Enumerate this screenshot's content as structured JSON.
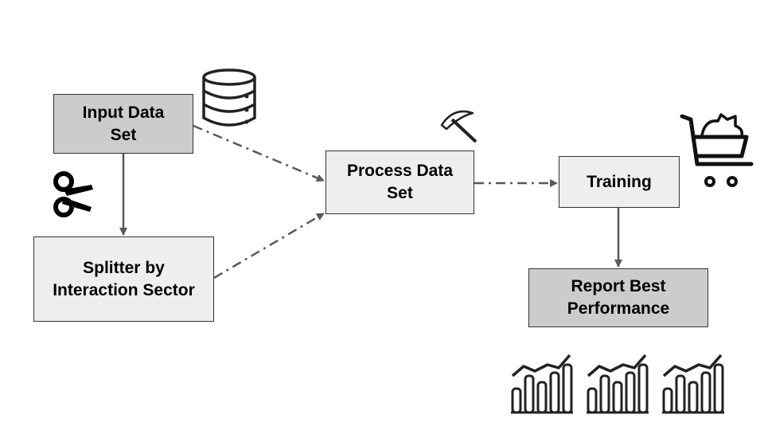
{
  "nodes": {
    "input": "Input Data\nSet",
    "splitter": "Splitter by\nInteraction Sector",
    "process": "Process Data\nSet",
    "training": "Training",
    "report": "Report Best\nPerformance"
  },
  "icons": {
    "input": "database-icon",
    "splitter": "scissors-icon",
    "process": "pickaxe-icon",
    "training": "shopping-cart-icon",
    "report": "bar-chart-trend-icon"
  },
  "colors": {
    "box_light": "#eeeeee",
    "box_dark": "#cccccc",
    "border": "#333333",
    "arrow": "#595959"
  }
}
